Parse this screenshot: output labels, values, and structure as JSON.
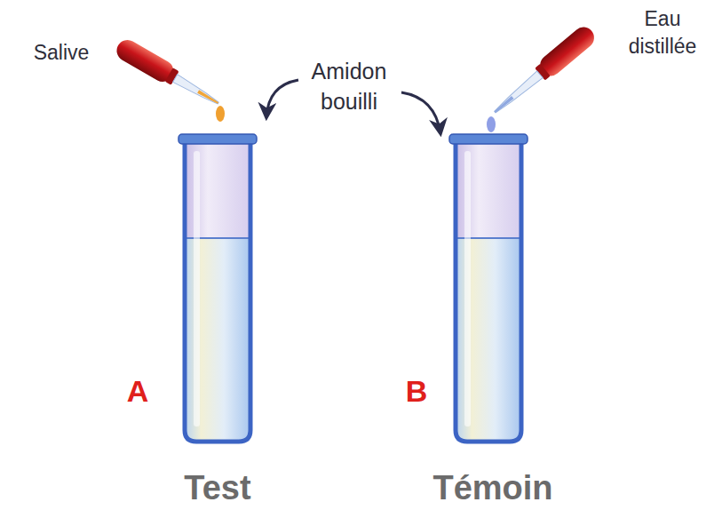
{
  "diagram": {
    "labels": [
      "Salive",
      "Amidon bouilli",
      "Eau distillée",
      "A",
      "B",
      "Test",
      "Témoin"
    ]
  }
}
